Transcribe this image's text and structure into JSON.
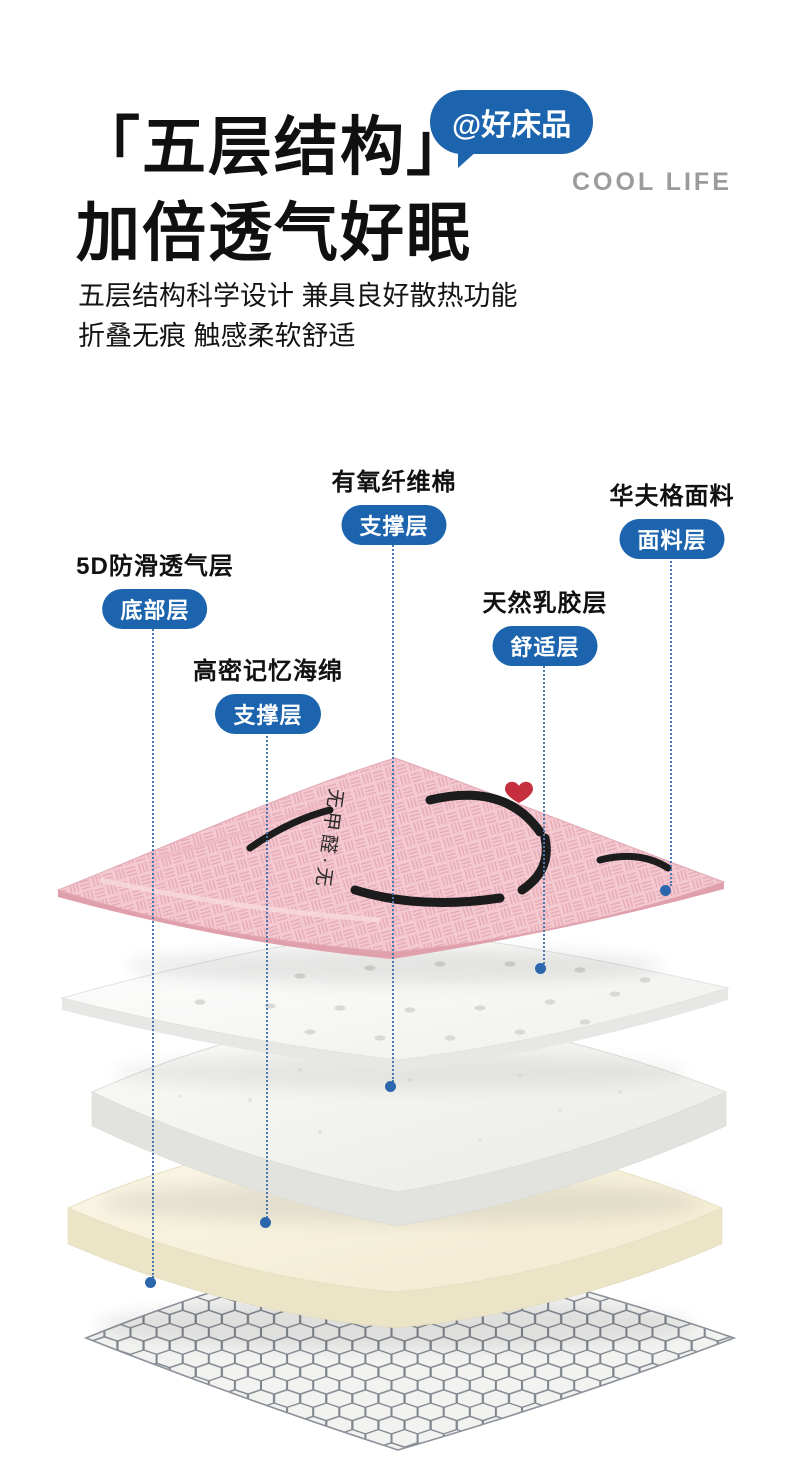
{
  "header": {
    "title_line1": "「五层结构」",
    "title_line2": "加倍透气好眠",
    "badge": "@好床品",
    "brand": "COOL LIFE",
    "desc_line1": "五层结构科学设计 兼具良好散热功能",
    "desc_line2": "折叠无痕 触感柔软舒适"
  },
  "callouts": [
    {
      "label": "有氧纤维棉",
      "pill": "支撑层"
    },
    {
      "label": "华夫格面料",
      "pill": "面料层"
    },
    {
      "label": "5D防滑透气层",
      "pill": "底部层"
    },
    {
      "label": "天然乳胶层",
      "pill": "舒适层"
    },
    {
      "label": "高密记忆海绵",
      "pill": "支撑层"
    }
  ],
  "diagram": {
    "fabric_print": "无甲醛·无"
  },
  "colors": {
    "accent_blue": "#1d64ae",
    "brand_gray": "#9b9b9b",
    "fabric_pink": "#f4c9d1",
    "cream": "#f8f3de",
    "mesh_gray": "#80868e",
    "heart_red": "#c62f3e"
  }
}
